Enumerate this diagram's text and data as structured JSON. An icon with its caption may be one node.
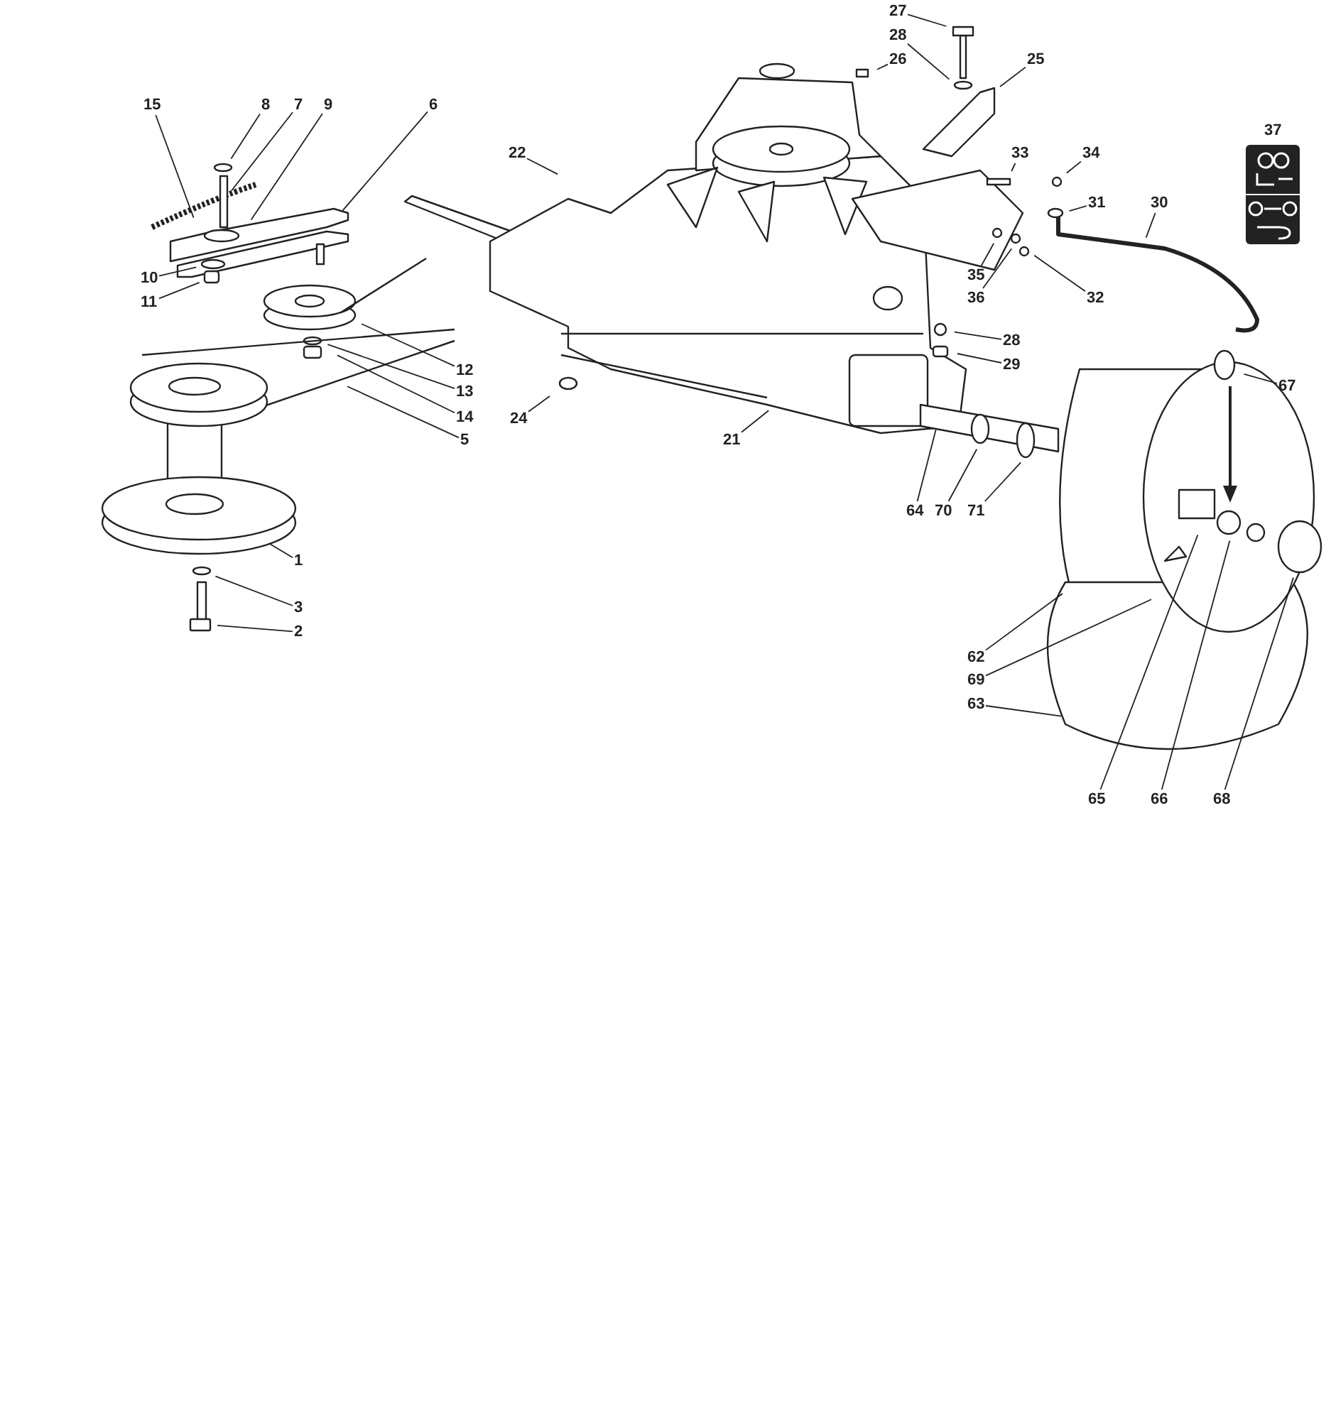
{
  "diagram": {
    "nodes": [
      {
        "text": [
          "27"
        ]
      },
      {
        "text": [
          "28"
        ]
      },
      {
        "text": [
          "26"
        ]
      },
      {
        "text": [
          "25"
        ]
      },
      {
        "text": [
          "15"
        ]
      },
      {
        "text": [
          "8"
        ]
      },
      {
        "text": [
          "7"
        ]
      },
      {
        "text": [
          "9"
        ]
      },
      {
        "text": [
          "6"
        ]
      },
      {
        "text": [
          "22"
        ]
      },
      {
        "text": [
          "33"
        ]
      },
      {
        "text": [
          "34"
        ]
      },
      {
        "text": [
          "31"
        ]
      },
      {
        "text": [
          "30"
        ]
      },
      {
        "text": [
          "35"
        ]
      },
      {
        "text": [
          "36"
        ]
      },
      {
        "text": [
          "32"
        ]
      },
      {
        "text": [
          "10"
        ]
      },
      {
        "text": [
          "11"
        ]
      },
      {
        "text": [
          "12"
        ]
      },
      {
        "text": [
          "13"
        ]
      },
      {
        "text": [
          "28"
        ]
      },
      {
        "text": [
          "29"
        ]
      },
      {
        "text": [
          "14"
        ]
      },
      {
        "text": [
          "67"
        ]
      },
      {
        "text": [
          "24"
        ]
      },
      {
        "text": [
          "5"
        ]
      },
      {
        "text": [
          "21"
        ]
      },
      {
        "text": [
          "1"
        ]
      },
      {
        "text": [
          "64"
        ]
      },
      {
        "text": [
          "70"
        ]
      },
      {
        "text": [
          "71"
        ]
      },
      {
        "text": [
          "3"
        ]
      },
      {
        "text": [
          "2"
        ]
      },
      {
        "text": [
          "62"
        ]
      },
      {
        "text": [
          "69"
        ]
      },
      {
        "text": [
          "63"
        ]
      },
      {
        "text": [
          "65"
        ]
      },
      {
        "text": [
          "66"
        ]
      },
      {
        "text": [
          "68"
        ]
      }
    ],
    "edges": [
      {
        "from": 0,
        "to": null,
        "arrow": "none"
      },
      {
        "from": 1,
        "to": null,
        "arrow": "none"
      },
      {
        "from": 2,
        "to": null,
        "arrow": "none"
      },
      {
        "from": 3,
        "to": null,
        "arrow": "none"
      },
      {
        "from": 4,
        "to": null,
        "arrow": "none"
      },
      {
        "from": 5,
        "to": null,
        "arrow": "none"
      },
      {
        "from": 6,
        "to": null,
        "arrow": "none"
      },
      {
        "from": 7,
        "to": null,
        "arrow": "none"
      },
      {
        "from": 8,
        "to": null,
        "arrow": "none"
      },
      {
        "from": 9,
        "to": null,
        "arrow": "none"
      },
      {
        "from": 10,
        "to": null,
        "arrow": "none"
      },
      {
        "from": 11,
        "to": null,
        "arrow": "none"
      },
      {
        "from": 12,
        "to": null,
        "arrow": "none"
      },
      {
        "from": 13,
        "to": null,
        "arrow": "none"
      },
      {
        "from": 14,
        "to": null,
        "arrow": "none"
      },
      {
        "from": 15,
        "to": null,
        "arrow": "none"
      },
      {
        "from": 16,
        "to": null,
        "arrow": "none"
      },
      {
        "from": 17,
        "to": null,
        "arrow": "none"
      },
      {
        "from": 18,
        "to": null,
        "arrow": "none"
      },
      {
        "from": 19,
        "to": null,
        "arrow": "none"
      },
      {
        "from": 20,
        "to": null,
        "arrow": "none"
      },
      {
        "from": 21,
        "to": null,
        "arrow": "none"
      },
      {
        "from": 22,
        "to": null,
        "arrow": "none"
      },
      {
        "from": 23,
        "to": null,
        "arrow": "none"
      },
      {
        "from": 24,
        "to": null,
        "arrow": "none"
      },
      {
        "from": 25,
        "to": null,
        "arrow": "none"
      },
      {
        "from": 26,
        "to": null,
        "arrow": "none"
      },
      {
        "from": 27,
        "to": null,
        "arrow": "none"
      },
      {
        "from": 28,
        "to": null,
        "arrow": "none"
      },
      {
        "from": 29,
        "to": null,
        "arrow": "none"
      },
      {
        "from": 30,
        "to": null,
        "arrow": "none"
      },
      {
        "from": 31,
        "to": null,
        "arrow": "none"
      },
      {
        "from": 32,
        "to": null,
        "arrow": "none"
      },
      {
        "from": 33,
        "to": null,
        "arrow": "none"
      },
      {
        "from": 34,
        "to": null,
        "arrow": "none"
      },
      {
        "from": 35,
        "to": null,
        "arrow": "none"
      },
      {
        "from": 36,
        "to": null,
        "arrow": "none"
      },
      {
        "from": 37,
        "to": null,
        "arrow": "none"
      },
      {
        "from": 38,
        "to": null,
        "arrow": "none"
      },
      {
        "from": 39,
        "to": null,
        "arrow": "none"
      }
    ],
    "labels": [
      "37"
    ]
  }
}
